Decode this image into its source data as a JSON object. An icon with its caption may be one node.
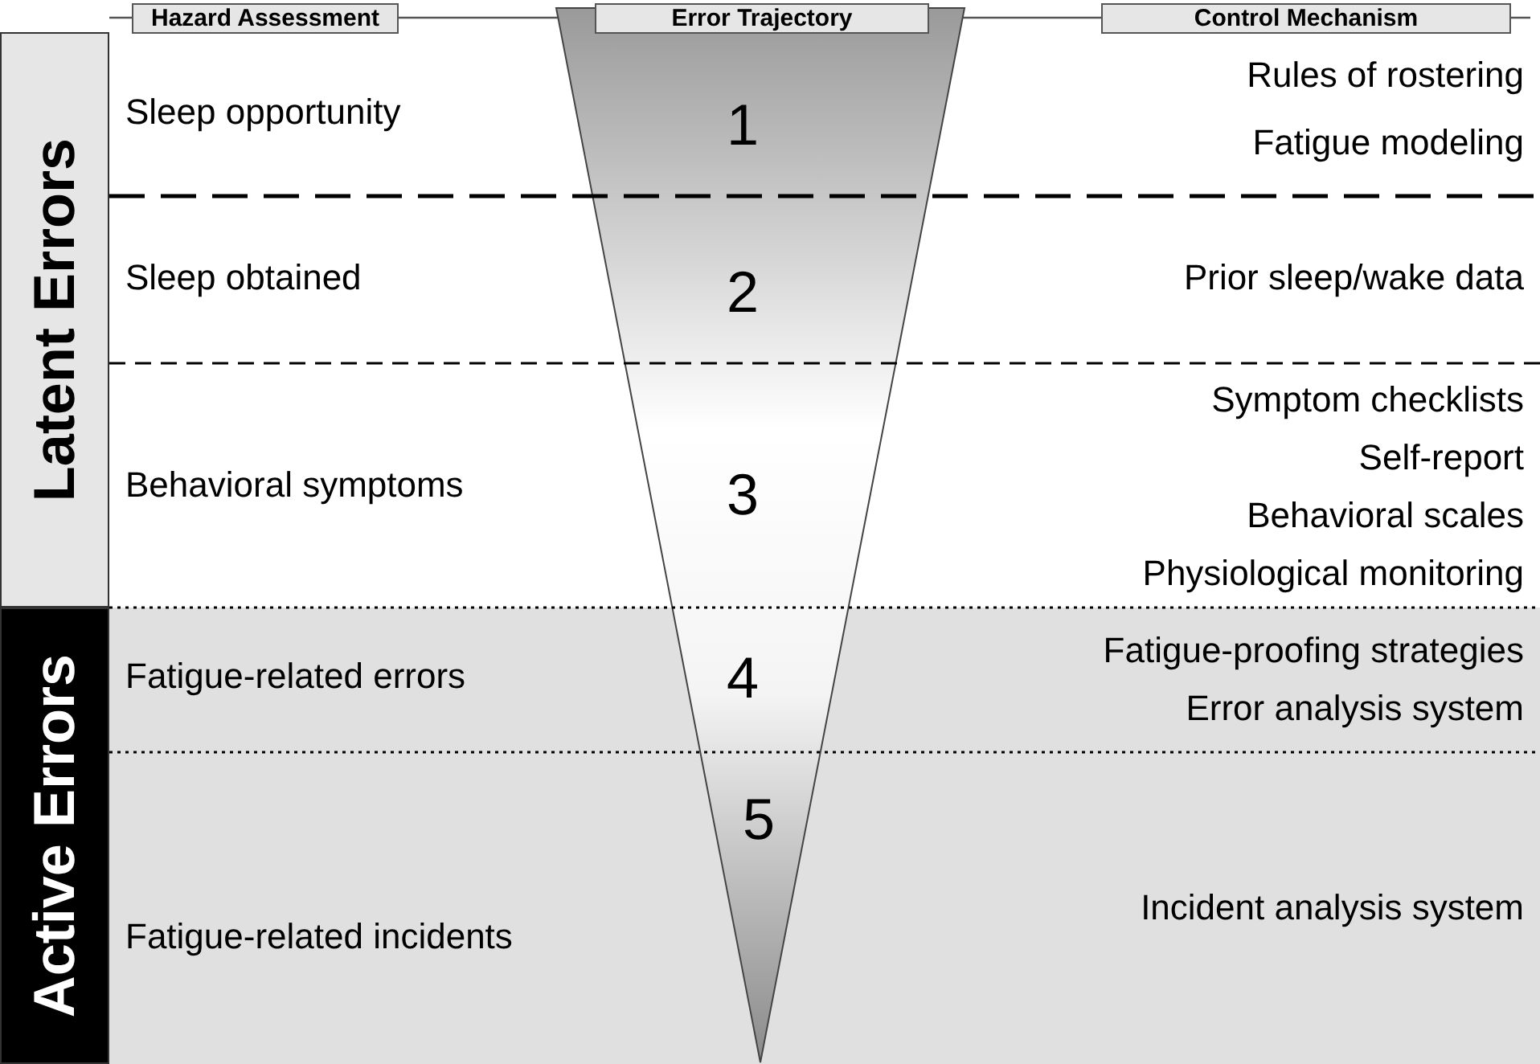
{
  "diagram": {
    "nodes": [
      {
        "text": [
          "Hazard Assessment"
        ]
      },
      {
        "text": [
          "Error Trajectory"
        ]
      },
      {
        "text": [
          "Control Mechanism"
        ]
      },
      {
        "text": [
          "Latent Errors"
        ]
      },
      {
        "text": [
          "1",
          "2",
          "3",
          "4",
          "5"
        ]
      },
      {
        "text": [
          "Active Errors"
        ]
      }
    ],
    "labels": [
      "Sleep opportunity",
      "Rules of rostering",
      "Fatigue modeling",
      "Sleep obtained",
      "Prior sleep/wake data",
      "Behavioral symptoms",
      "Symptom checklists",
      "Self-report",
      "Behavioral scales",
      "Physiological monitoring",
      "Fatigue-related errors",
      "Fatigue-proofing strategies",
      "Error analysis system",
      "Fatigue-related incidents",
      "Incident analysis system"
    ]
  }
}
